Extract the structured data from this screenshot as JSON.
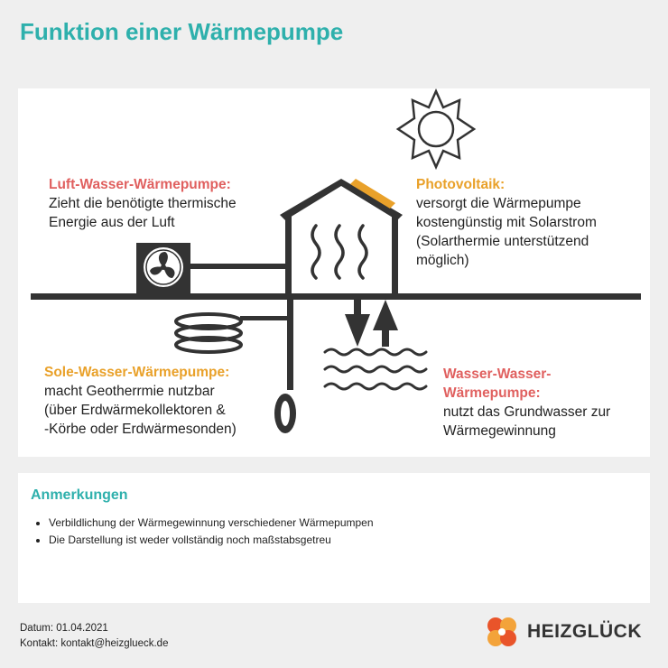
{
  "title": "Funktion einer Wärmepumpe",
  "diagram": {
    "air": {
      "heading": "Luft-Wasser-Wärmepumpe:",
      "lines": [
        "Zieht die benötigte thermische",
        "Energie aus der Luft"
      ]
    },
    "pv": {
      "heading": "Photovoltaik:",
      "lines": [
        "versorgt die Wärmepumpe",
        "kostengünstig mit Solarstrom",
        "(Solarthermie unterstützend",
        "möglich)"
      ]
    },
    "brine": {
      "heading": "Sole-Wasser-Wärmepumpe:",
      "lines": [
        "macht Geotherrmie nutzbar",
        "(über Erdwärmekollektoren &",
        "-Körbe oder Erdwärmesonden)"
      ]
    },
    "water": {
      "heading_lines": [
        "Wasser-Wasser-",
        "Wärmepumpe:"
      ],
      "lines": [
        "nutzt das Grundwasser zur",
        "Wärmegewinnung"
      ]
    },
    "icons": [
      "sun-icon",
      "house-icon",
      "fan-unit-icon",
      "ground-coil-icon",
      "groundwater-waves-icon"
    ],
    "colors": {
      "red": "#e0605f",
      "orange": "#e9a12a",
      "teal": "#2eb0ac",
      "line": "#333333"
    }
  },
  "notes": {
    "title": "Anmerkungen",
    "items": [
      "Verbildlichung der Wärmegewinnung verschiedener Wärmepumpen",
      "Die Darstellung ist weder vollständig noch maßstabsgetreu"
    ]
  },
  "footer": {
    "date": "Datum: 01.04.2021",
    "contact": "Kontakt: kontakt@heizglueck.de"
  },
  "logo": {
    "text": "HEIZGLÜCK"
  }
}
